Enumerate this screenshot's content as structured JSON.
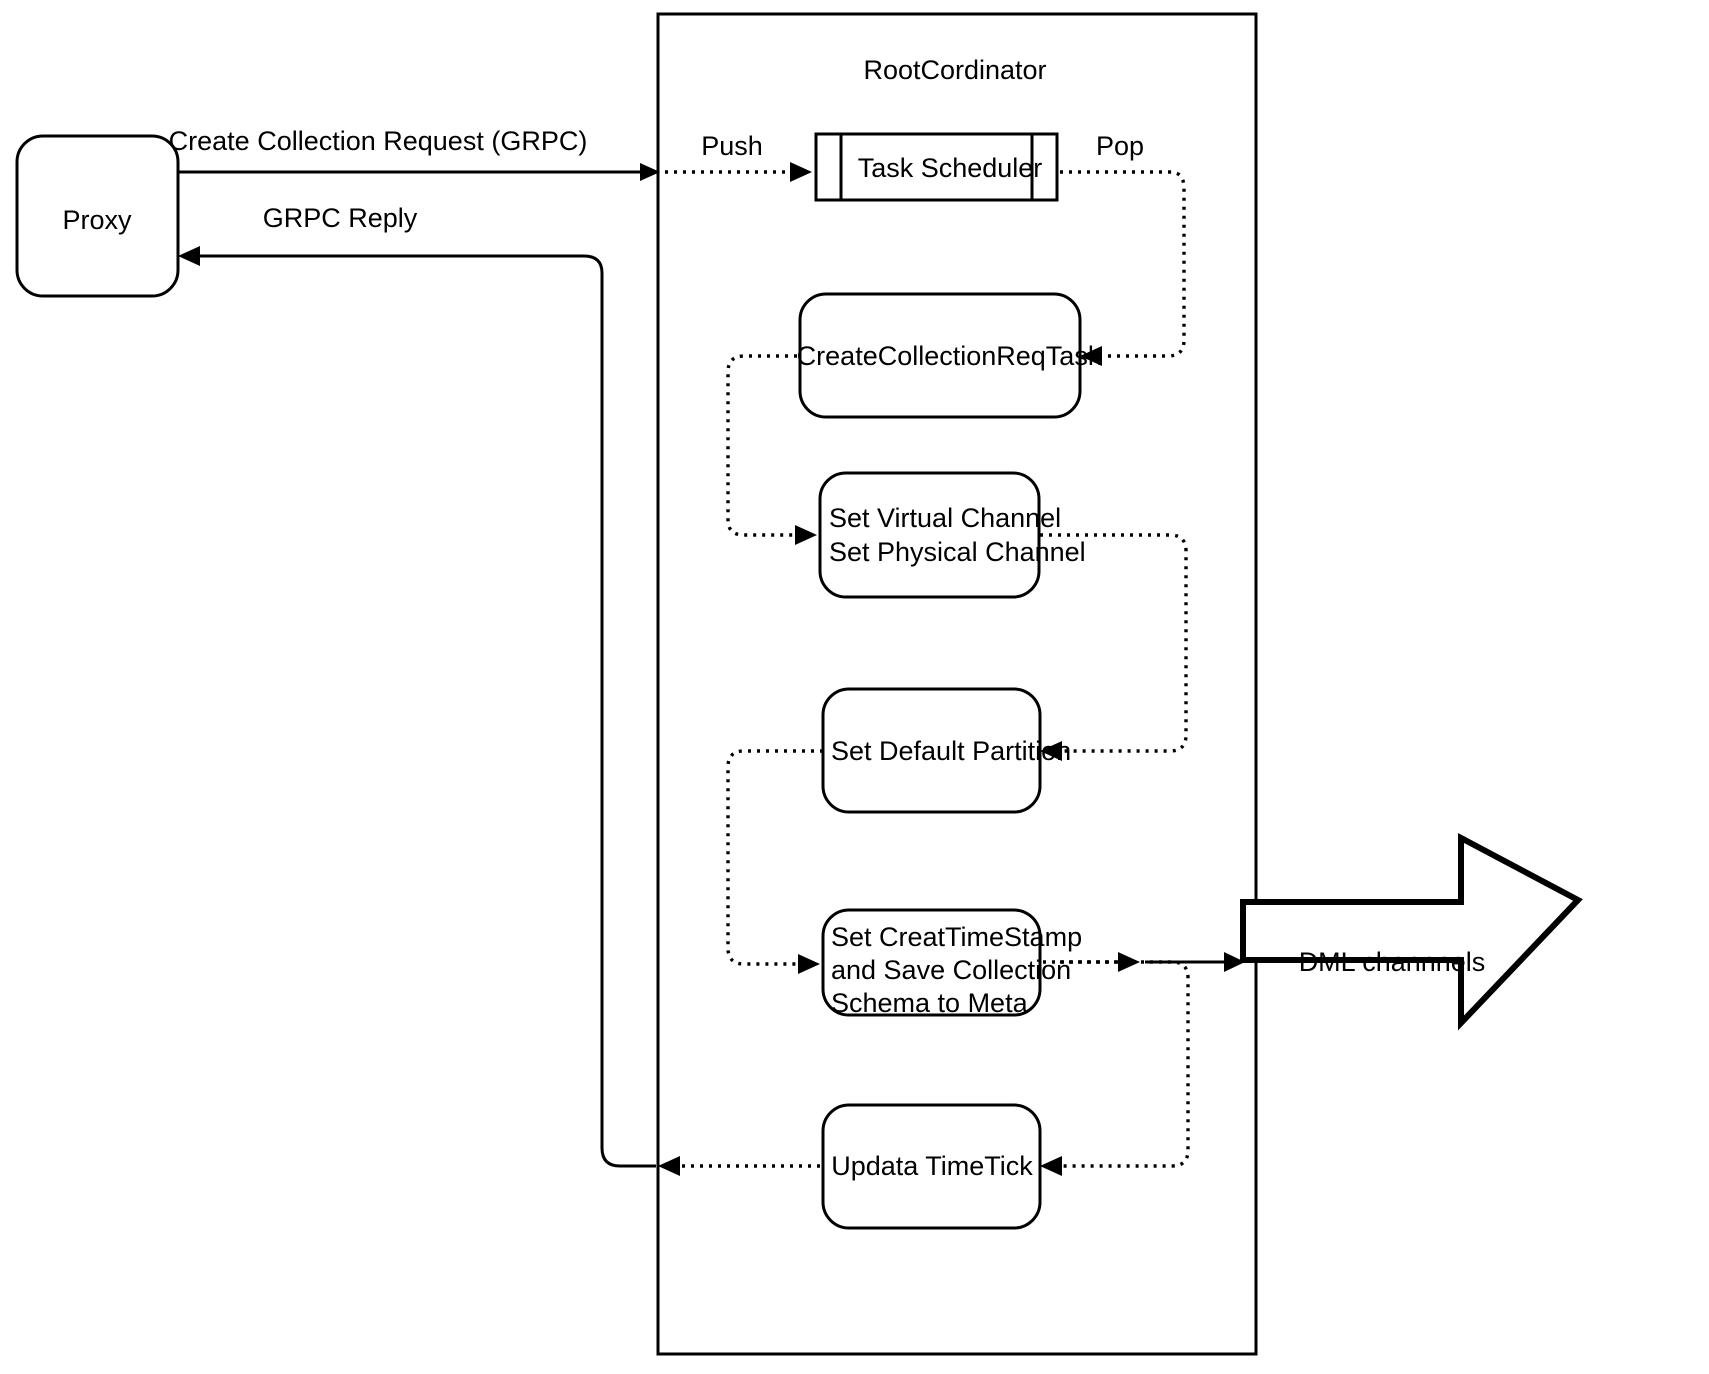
{
  "diagram": {
    "title_node": "RootCordinator",
    "external_nodes": [
      {
        "id": "proxy",
        "label": "Proxy"
      },
      {
        "id": "dml",
        "label": "DML channnels"
      }
    ],
    "process_nodes": [
      {
        "id": "task-scheduler",
        "label": "Task Scheduler"
      }
    ],
    "task_nodes": [
      {
        "id": "create-collection-req-task",
        "label": "CreateCollectionReqTask"
      },
      {
        "id": "set-channels",
        "line1": "Set Virtual Channel",
        "line2": "Set Physical Channel"
      },
      {
        "id": "set-default-partition",
        "label": "Set Default Partition"
      },
      {
        "id": "set-create-timestamp",
        "line1": "Set CreatTimeStamp",
        "line2": "and Save Collection",
        "line3": "Schema to Meta"
      },
      {
        "id": "update-timetick",
        "label": "Updata TimeTick"
      }
    ],
    "edge_labels": [
      {
        "id": "create-collection-request",
        "text": "Create Collection Request (GRPC)"
      },
      {
        "id": "grpc-reply",
        "text": "GRPC Reply"
      },
      {
        "id": "push",
        "text": "Push"
      },
      {
        "id": "pop",
        "text": "Pop"
      }
    ],
    "colors": {
      "stroke": "#000000",
      "fill": "#ffffff",
      "background": "#ffffff"
    }
  }
}
